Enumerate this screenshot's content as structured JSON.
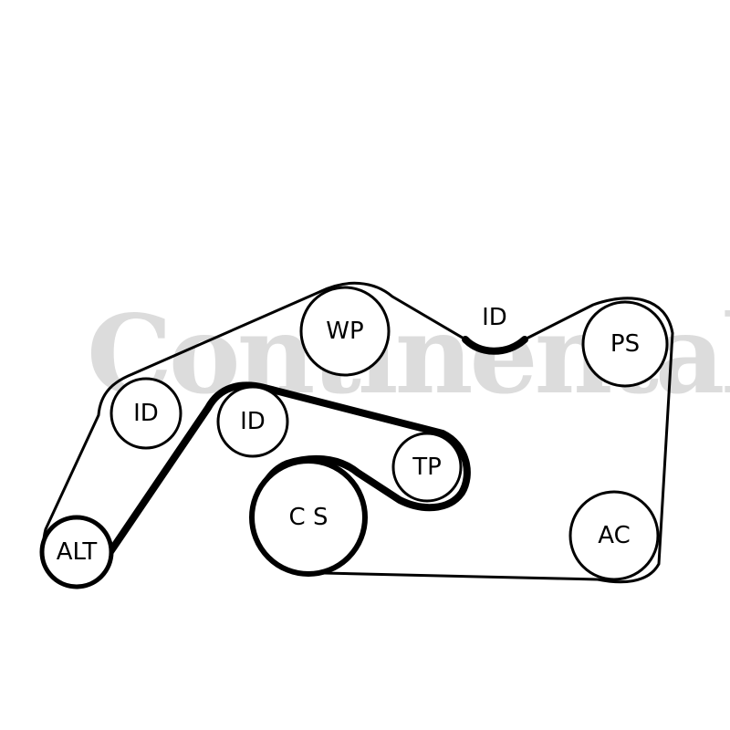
{
  "watermark": "Continental",
  "pulleys": [
    {
      "id": "wp",
      "label": "WP"
    },
    {
      "id": "id-top",
      "label": "ID"
    },
    {
      "id": "ps",
      "label": "PS"
    },
    {
      "id": "id-left",
      "label": "ID"
    },
    {
      "id": "id-mid",
      "label": "ID"
    },
    {
      "id": "tp",
      "label": "TP"
    },
    {
      "id": "cs",
      "label": "C S"
    },
    {
      "id": "ac",
      "label": "AC"
    },
    {
      "id": "alt",
      "label": "ALT"
    }
  ]
}
